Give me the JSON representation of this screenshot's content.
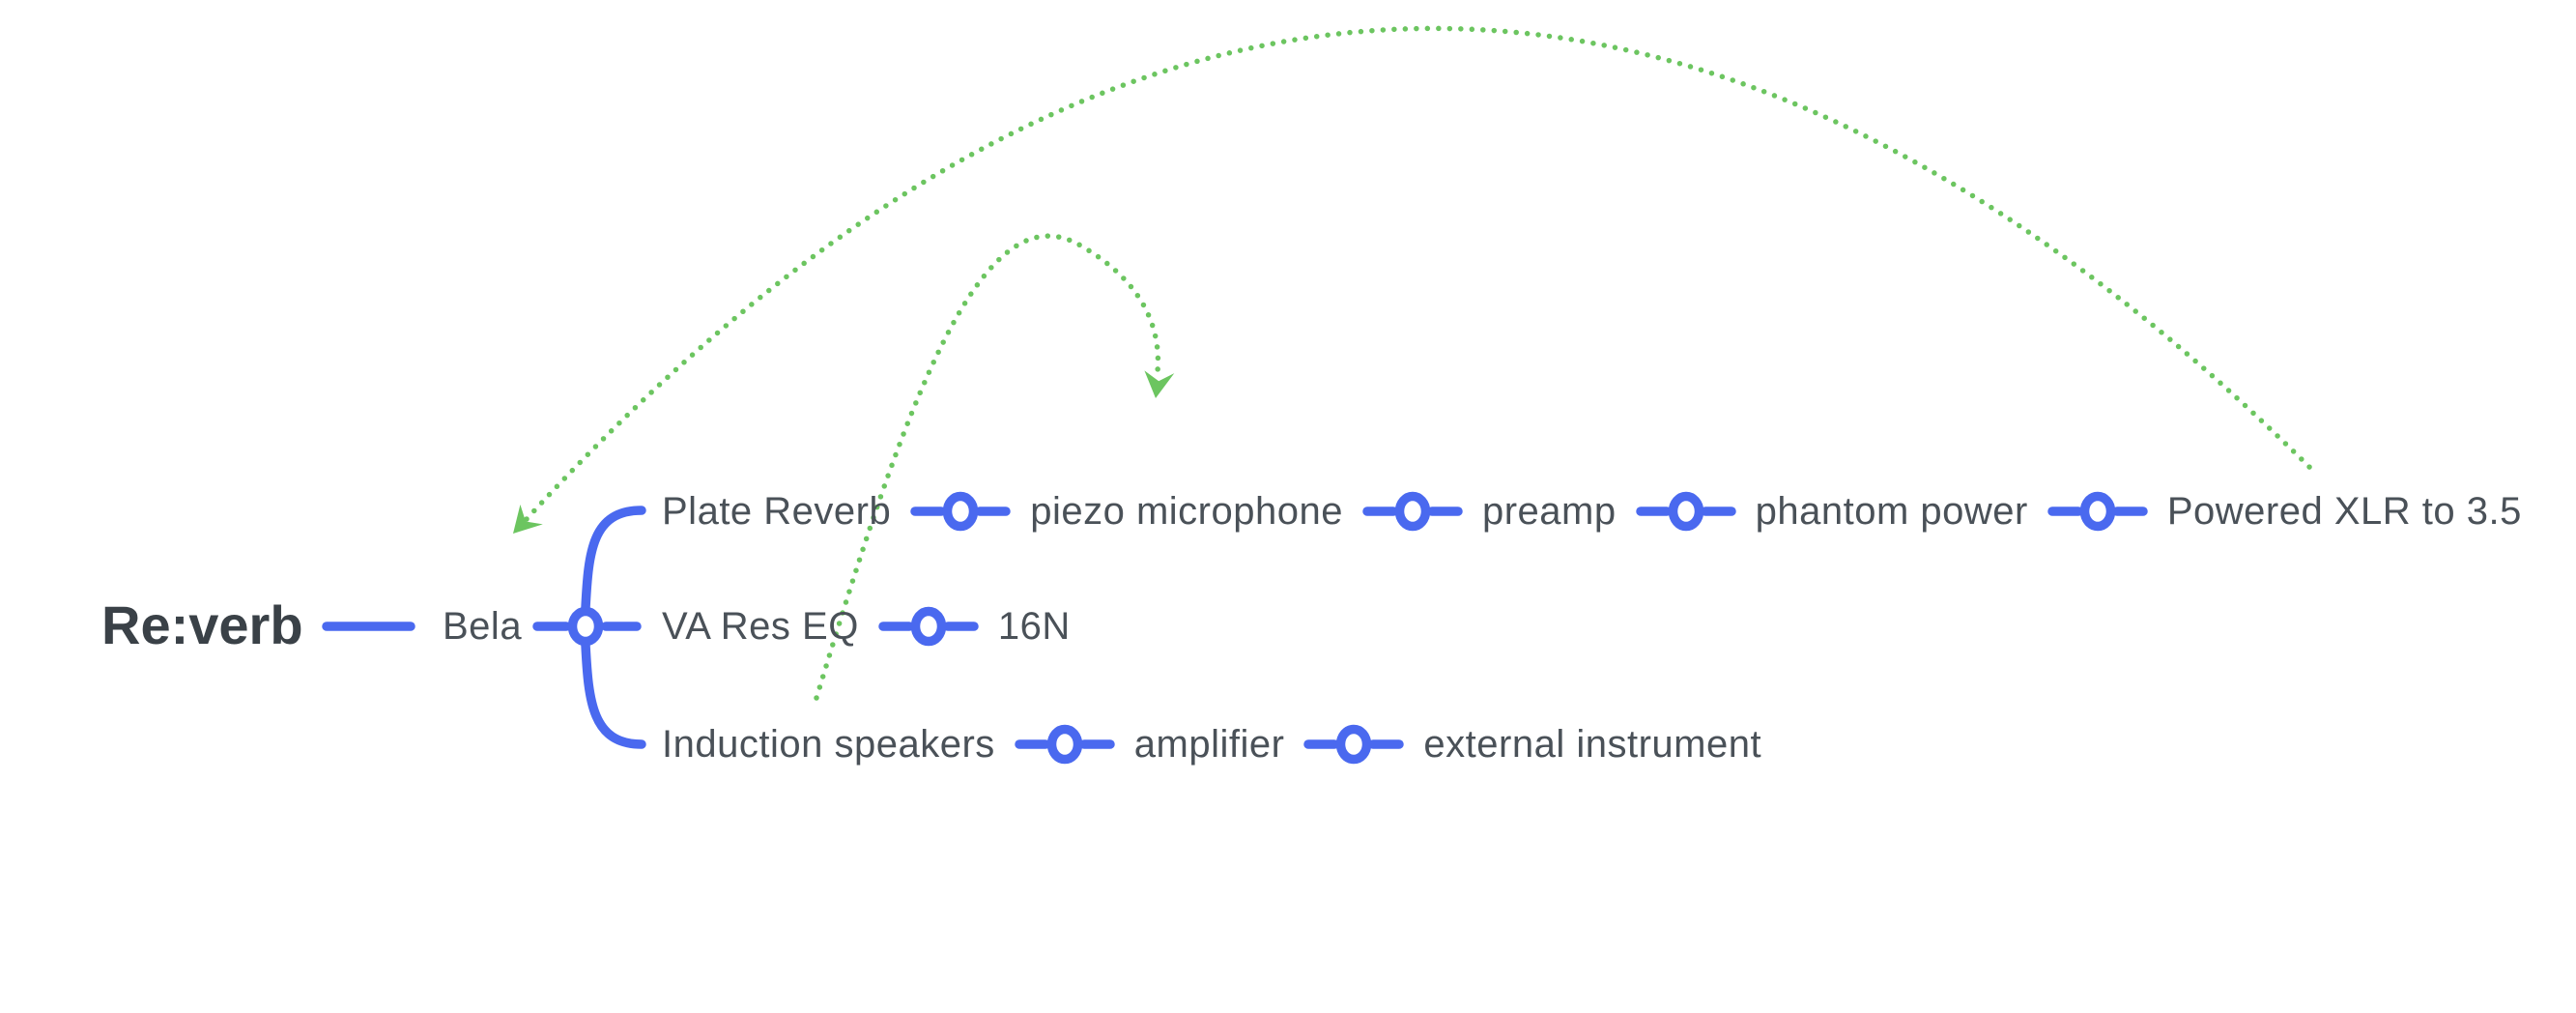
{
  "app": {
    "view": "mind-map-canvas"
  },
  "colors": {
    "background": "#ffffff",
    "branch_blue": "#4a69ef",
    "link_green": "#6cc560",
    "root_text": "#3a4147",
    "node_text": "#4a5158"
  },
  "mindmap": {
    "root": {
      "label": "Re:verb"
    },
    "hub": {
      "label": "Bela"
    },
    "branches": [
      {
        "nodes": [
          "Plate Reverb",
          "piezo microphone",
          "preamp",
          "phantom power",
          "Powered XLR to 3.5"
        ]
      },
      {
        "nodes": [
          "VA Res EQ",
          "16N"
        ]
      },
      {
        "nodes": [
          "Induction speakers",
          "amplifier",
          "external instrument"
        ]
      }
    ],
    "links": [
      {
        "style": "green-dotted-curve",
        "from": "Powered XLR to 3.5",
        "to": "left of Plate Reverb branch"
      },
      {
        "style": "green-dotted-curve",
        "from": "between VA Res EQ and Induction speakers",
        "to": "above piezo microphone"
      }
    ]
  }
}
